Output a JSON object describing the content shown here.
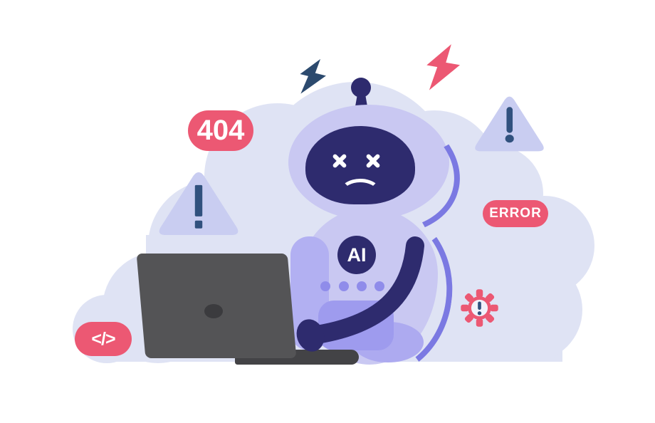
{
  "figure": {
    "title": "AI robot error illustration",
    "badges": {
      "not_found": "404",
      "error": "ERROR",
      "code": "</>",
      "chip": "AI"
    },
    "colors": {
      "bg": "#ffffff",
      "cloud": "#dfe3f4",
      "lavender": "#c9c8f2",
      "lavender-tri": "#c9cdf1",
      "violet": "#7b79e2",
      "purple-mid": "#b2b0f2",
      "purple-deep": "#9e9bee",
      "purple-arc": "#adaaf0",
      "purple-dot": "#8f8cea",
      "navy": "#2e2b6e",
      "steel": "#31517e",
      "steel-dark": "#2c4a6e",
      "pink": "#ec5873",
      "laptop": "#545456",
      "laptop-dark": "#434346",
      "laptop-logo": "#3b3b3e",
      "gear-center": "#f1f2fb",
      "white": "#ffffff"
    }
  }
}
